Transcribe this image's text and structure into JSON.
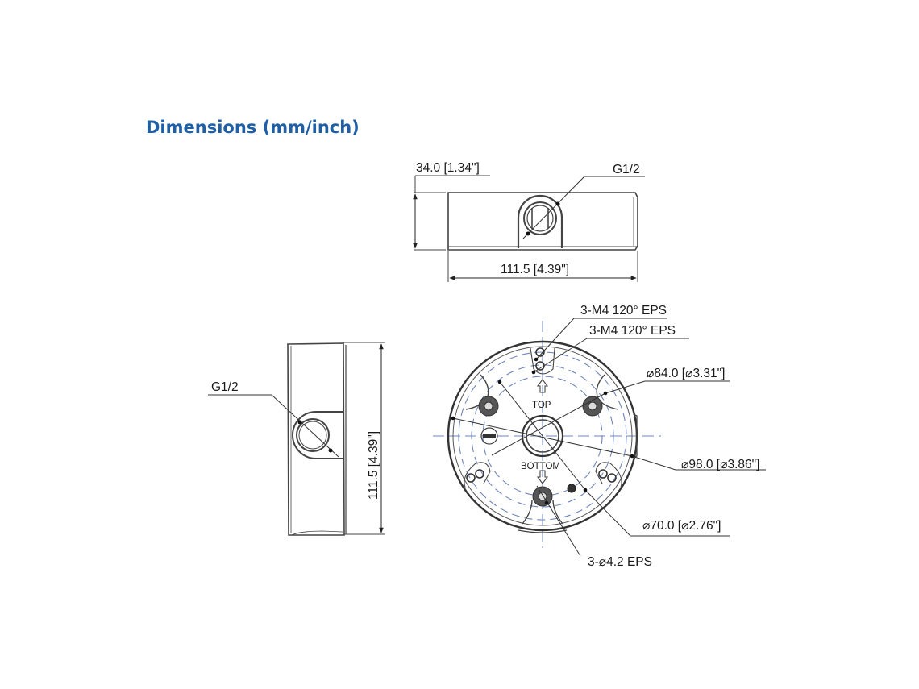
{
  "title": "Dimensions (mm/inch)",
  "colors": {
    "title": "#1f5fa6",
    "line": "#333333",
    "dashed": "#6f86b8"
  },
  "top_view": {
    "height_label": "34.0 [1.34\"]",
    "width_label": "111.5 [4.39\"]",
    "port_label": "G1/2"
  },
  "side_view": {
    "port_label": "G1/2",
    "height_label": "111.5 [4.39\"]"
  },
  "bottom_view": {
    "center_top_label": "TOP",
    "center_bottom_label": "BOTTOM",
    "callouts": [
      {
        "id": "m4-outer",
        "label": "3-M4 120°  EPS"
      },
      {
        "id": "m4-inner",
        "label": "3-M4 120°  EPS"
      },
      {
        "id": "dia-84",
        "label": "⌀84.0 [⌀3.31\"]"
      },
      {
        "id": "dia-98",
        "label": "⌀98.0 [⌀3.86\"]"
      },
      {
        "id": "dia-70",
        "label": "⌀70.0 [⌀2.76\"]"
      },
      {
        "id": "hole-42",
        "label": "3-⌀4.2 EPS"
      }
    ]
  }
}
